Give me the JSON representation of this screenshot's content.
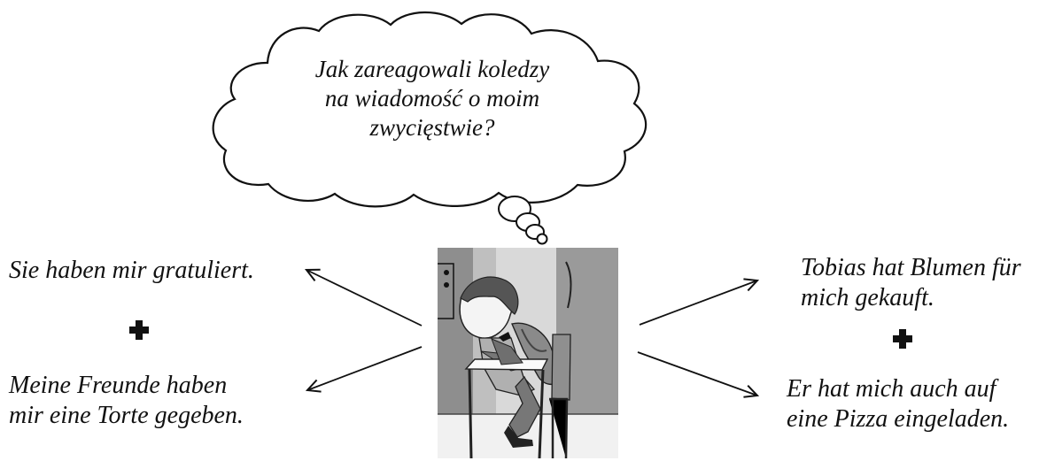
{
  "thought_bubble": {
    "lines": [
      "Jak zareagowali koledzy",
      "na wiadomość o moim",
      "zwycięstwie?"
    ]
  },
  "left_side": {
    "top_sentence": "Sie haben mir gratuliert.",
    "bottom_lines": [
      "Meine Freunde haben",
      "mir eine Torte gegeben."
    ]
  },
  "right_side": {
    "top_lines": [
      "Tobias hat Blumen für",
      "mich gekauft."
    ],
    "bottom_lines": [
      "Er hat mich auch auf",
      "eine Pizza eingeladen."
    ]
  },
  "illustration": {
    "subject_icon": "student-writing-at-desk"
  },
  "colors": {
    "ink": "#111111",
    "background": "#ffffff",
    "illustration_gray": "#d9d9d9"
  }
}
